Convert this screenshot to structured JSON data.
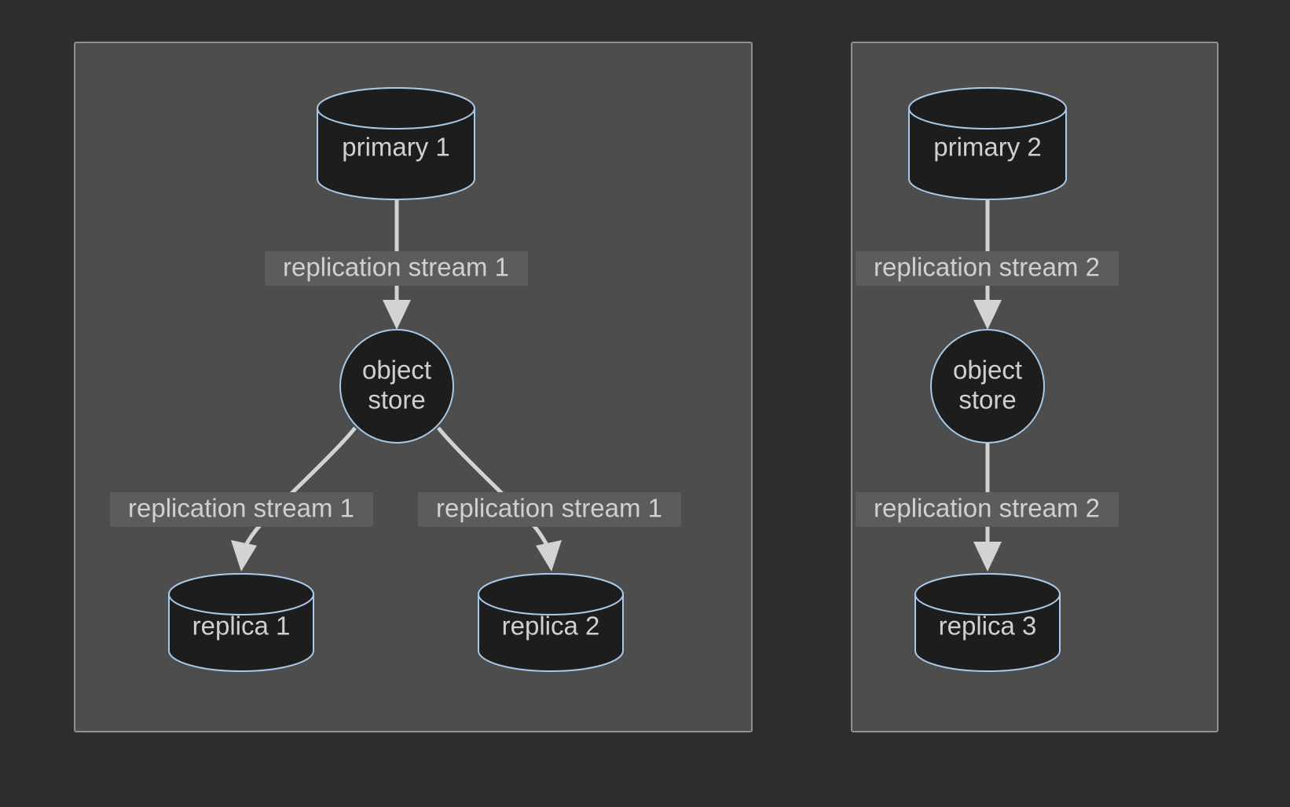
{
  "diagram": {
    "type": "replication-topology",
    "background_color": "#2e2e2e",
    "cluster_fill": "#4d4d4d",
    "cluster_stroke": "#8f8f8f",
    "node_fill": "#1d1d1d",
    "node_stroke": "#a8c8e8",
    "edge_color": "#d3d3d3",
    "label_bg_color": "#5c5c5c",
    "text_color": "#d0d0d0",
    "clusters": [
      {
        "id": "cluster-1",
        "nodes": [
          {
            "id": "primary-1",
            "shape": "cylinder",
            "label": "primary 1"
          },
          {
            "id": "object-store-1",
            "shape": "circle",
            "label_line1": "object",
            "label_line2": "store"
          },
          {
            "id": "replica-1",
            "shape": "cylinder",
            "label": "replica 1"
          },
          {
            "id": "replica-2",
            "shape": "cylinder",
            "label": "replica 2"
          }
        ],
        "edges": [
          {
            "id": "edge-p1-os1",
            "from": "primary-1",
            "to": "object-store-1",
            "label": "replication stream 1"
          },
          {
            "id": "edge-os1-r1",
            "from": "object-store-1",
            "to": "replica-1",
            "label": "replication stream 1"
          },
          {
            "id": "edge-os1-r2",
            "from": "object-store-1",
            "to": "replica-2",
            "label": "replication stream 1"
          }
        ]
      },
      {
        "id": "cluster-2",
        "nodes": [
          {
            "id": "primary-2",
            "shape": "cylinder",
            "label": "primary 2"
          },
          {
            "id": "object-store-2",
            "shape": "circle",
            "label_line1": "object",
            "label_line2": "store"
          },
          {
            "id": "replica-3",
            "shape": "cylinder",
            "label": "replica 3"
          }
        ],
        "edges": [
          {
            "id": "edge-p2-os2",
            "from": "primary-2",
            "to": "object-store-2",
            "label": "replication stream 2"
          },
          {
            "id": "edge-os2-r3",
            "from": "object-store-2",
            "to": "replica-3",
            "label": "replication stream 2"
          }
        ]
      }
    ]
  }
}
